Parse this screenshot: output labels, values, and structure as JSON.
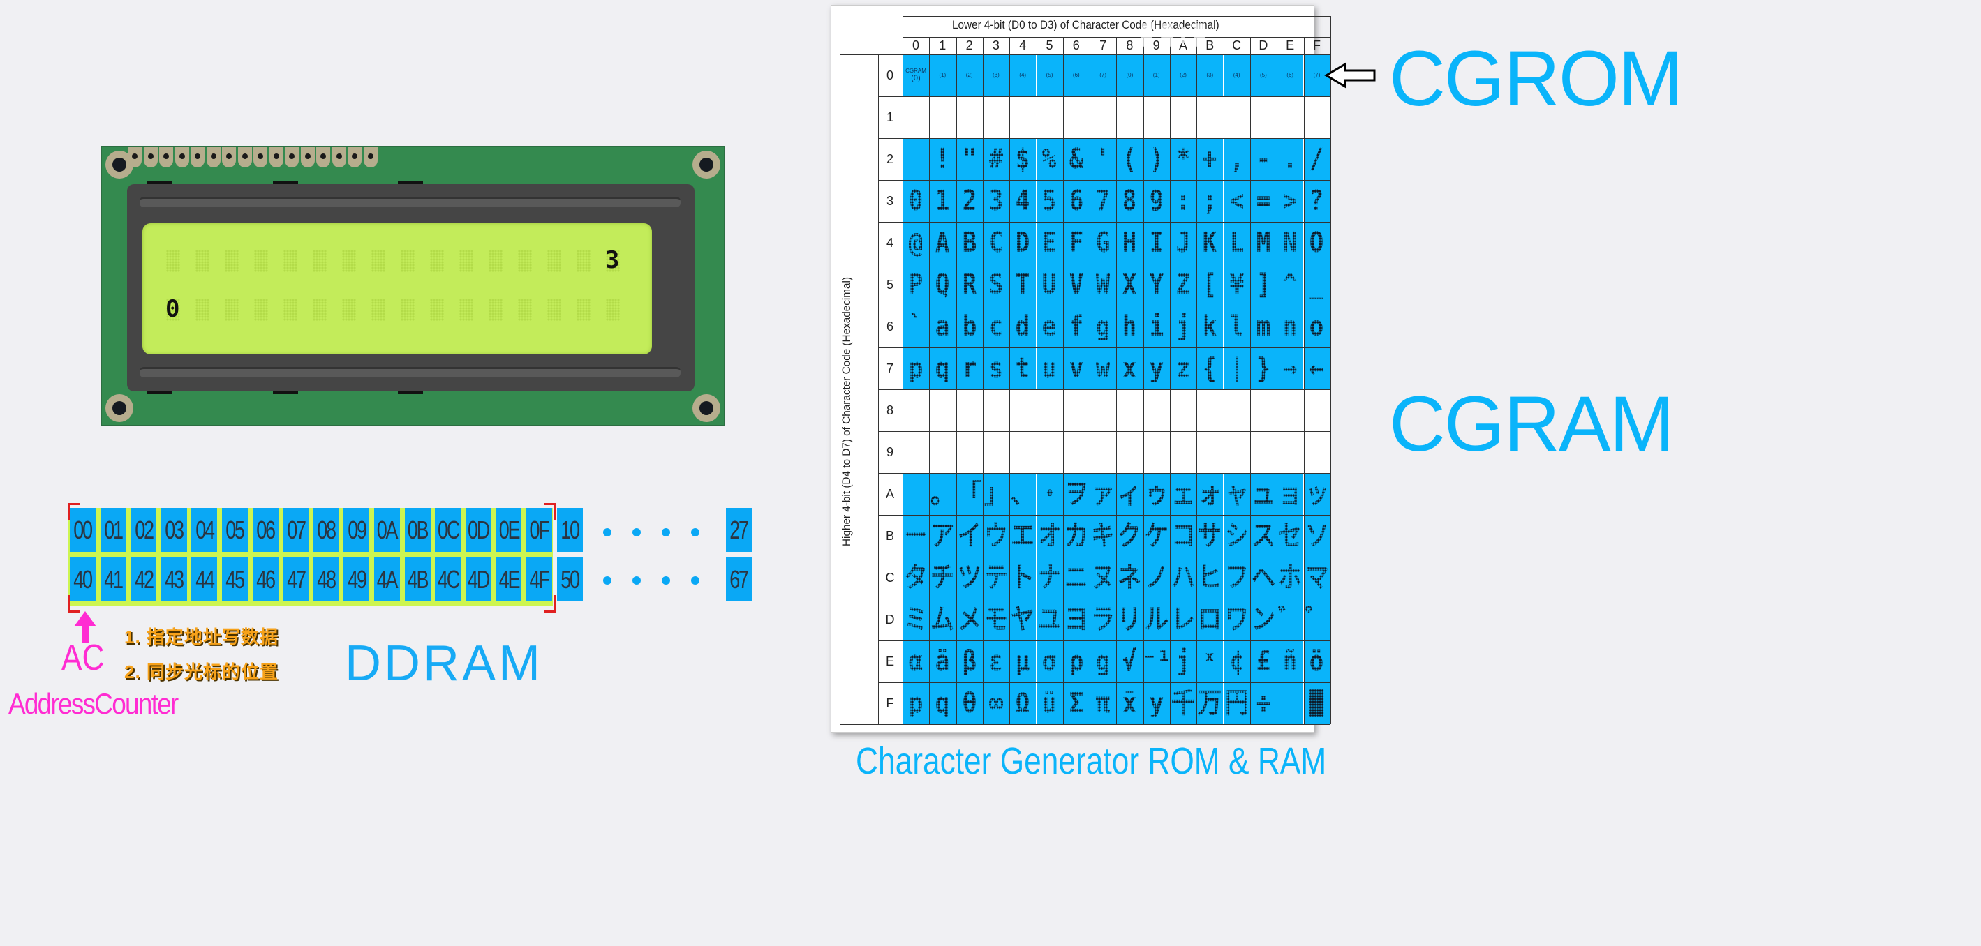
{
  "lcd": {
    "rows": 2,
    "cols": 16,
    "pin_count": 16,
    "displayed": [
      {
        "row": 0,
        "col": 15,
        "char": "3"
      },
      {
        "row": 1,
        "col": 0,
        "char": "0"
      }
    ]
  },
  "ddram": {
    "title": "DDRAM",
    "row1": [
      "00",
      "01",
      "02",
      "03",
      "04",
      "05",
      "06",
      "07",
      "08",
      "09",
      "0A",
      "0B",
      "0C",
      "0D",
      "0E",
      "0F",
      "10"
    ],
    "row1_last": "27",
    "row2": [
      "40",
      "41",
      "42",
      "43",
      "44",
      "45",
      "46",
      "47",
      "48",
      "49",
      "4A",
      "4B",
      "4C",
      "4D",
      "4E",
      "4F",
      "50"
    ],
    "row2_last": "67",
    "visible_window_cells": 16,
    "ac_label": "AC",
    "ac_full": "AddressCounter",
    "notes": [
      "1. 指定地址写数据",
      "2. 同步光标的位置"
    ]
  },
  "table": {
    "title": "Lower 4-bit (D0 to D3) of Character Code (Hexadecimal)",
    "row_axis_label": "Higher 4-bit (D4 to D7) of Character Code (Hexadecimal)",
    "col_headers": [
      "0",
      "1",
      "2",
      "3",
      "4",
      "5",
      "6",
      "7",
      "8",
      "9",
      "A",
      "B",
      "C",
      "D",
      "E",
      "F"
    ],
    "row_headers": [
      "0",
      "1",
      "2",
      "3",
      "4",
      "5",
      "6",
      "7",
      "8",
      "9",
      "A",
      "B",
      "C",
      "D",
      "E",
      "F"
    ],
    "cgram_tag": "CGRAM",
    "row0": [
      "(0)",
      "(1)",
      "(2)",
      "(3)",
      "(4)",
      "(5)",
      "(6)",
      "(7)",
      "(0)",
      "(1)",
      "(2)",
      "(3)",
      "(4)",
      "(5)",
      "(6)",
      "(7)"
    ],
    "rows": {
      "1": [
        "",
        "",
        "",
        "",
        "",
        "",
        "",
        "",
        "",
        "",
        "",
        "",
        "",
        "",
        "",
        ""
      ],
      "2": [
        " ",
        "!",
        "\"",
        "#",
        "$",
        "%",
        "&",
        "'",
        "(",
        ")",
        "*",
        "+",
        ",",
        "-",
        ".",
        "/"
      ],
      "3": [
        "0",
        "1",
        "2",
        "3",
        "4",
        "5",
        "6",
        "7",
        "8",
        "9",
        ":",
        ";",
        "<",
        "=",
        ">",
        "?"
      ],
      "4": [
        "@",
        "A",
        "B",
        "C",
        "D",
        "E",
        "F",
        "G",
        "H",
        "I",
        "J",
        "K",
        "L",
        "M",
        "N",
        "O"
      ],
      "5": [
        "P",
        "Q",
        "R",
        "S",
        "T",
        "U",
        "V",
        "W",
        "X",
        "Y",
        "Z",
        "[",
        "¥",
        "]",
        "^",
        "_"
      ],
      "6": [
        "`",
        "a",
        "b",
        "c",
        "d",
        "e",
        "f",
        "g",
        "h",
        "i",
        "j",
        "k",
        "l",
        "m",
        "n",
        "o"
      ],
      "7": [
        "p",
        "q",
        "r",
        "s",
        "t",
        "u",
        "v",
        "w",
        "x",
        "y",
        "z",
        "{",
        "|",
        "}",
        "→",
        "←"
      ],
      "8": [
        "",
        "",
        "",
        "",
        "",
        "",
        "",
        "",
        "",
        "",
        "",
        "",
        "",
        "",
        "",
        ""
      ],
      "9": [
        "",
        "",
        "",
        "",
        "",
        "",
        "",
        "",
        "",
        "",
        "",
        "",
        "",
        "",
        "",
        ""
      ],
      "A": [
        " ",
        "。",
        "「",
        "」",
        "、",
        "・",
        "ヲ",
        "ァ",
        "ィ",
        "ゥ",
        "ェ",
        "ォ",
        "ャ",
        "ュ",
        "ョ",
        "ッ"
      ],
      "B": [
        "ー",
        "ア",
        "イ",
        "ウ",
        "エ",
        "オ",
        "カ",
        "キ",
        "ク",
        "ケ",
        "コ",
        "サ",
        "シ",
        "ス",
        "セ",
        "ソ"
      ],
      "C": [
        "タ",
        "チ",
        "ツ",
        "テ",
        "ト",
        "ナ",
        "ニ",
        "ヌ",
        "ネ",
        "ノ",
        "ハ",
        "ヒ",
        "フ",
        "ヘ",
        "ホ",
        "マ"
      ],
      "D": [
        "ミ",
        "ム",
        "メ",
        "モ",
        "ヤ",
        "ユ",
        "ヨ",
        "ラ",
        "リ",
        "ル",
        "レ",
        "ロ",
        "ワ",
        "ン",
        "゛",
        "゜"
      ],
      "E": [
        "α",
        "ä",
        "β",
        "ε",
        "μ",
        "σ",
        "ρ",
        "g",
        "√",
        "⁻¹",
        "j",
        "ˣ",
        "¢",
        "£",
        "ñ",
        "ö"
      ],
      "F": [
        "p",
        "q",
        "θ",
        "∞",
        "Ω",
        "ü",
        "Σ",
        "π",
        "x̄",
        "y",
        "千",
        "万",
        "円",
        "÷",
        " ",
        "█"
      ]
    },
    "blue_rows": [
      "0",
      "2",
      "3",
      "4",
      "5",
      "6",
      "7",
      "A",
      "B",
      "C",
      "D",
      "E",
      "F"
    ],
    "white_rows": [
      "1",
      "8",
      "9"
    ]
  },
  "labels": {
    "cgrom": "CGROM",
    "cgram": "CGRAM",
    "caption": "Character Generator ROM & RAM",
    "arrow_icon": "left-arrow-outline"
  },
  "colors": {
    "accent_blue": "#0ab4fa",
    "ddram_cell": "#0aa8f5",
    "ddram_window": "#cdf551",
    "lcd_screen": "#c3ec5a",
    "pcb_green": "#348a4f",
    "ac_magenta": "#ff2cd2",
    "note_orange": "#f7a21a",
    "bracket_red": "#e02020"
  }
}
